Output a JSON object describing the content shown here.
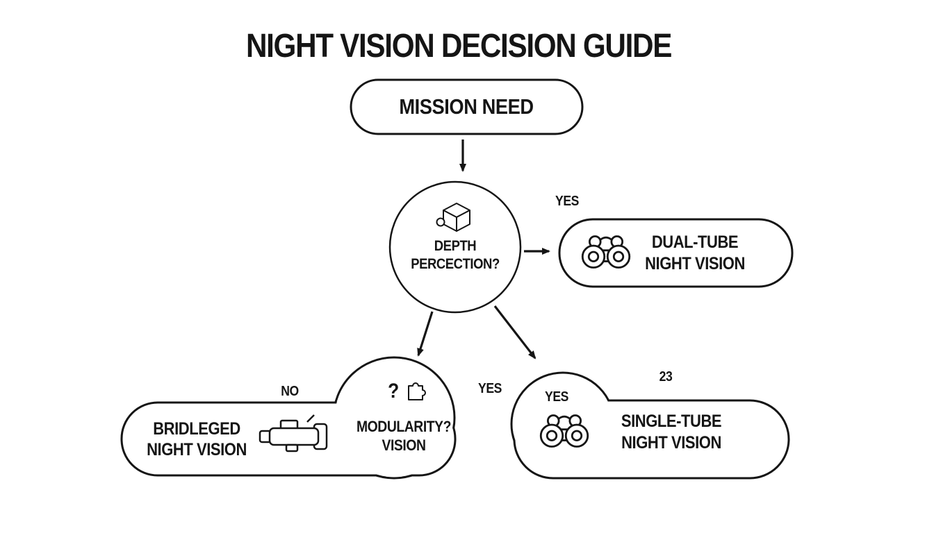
{
  "title": "NIGHT VISION DECISION GUIDE",
  "colors": {
    "ink": "#151515",
    "background": "#ffffff"
  },
  "mission": {
    "label": "MISSION NEED"
  },
  "depth": {
    "line1": "DEPTH",
    "line2": "PERCECTION?",
    "icon": "cube-icon"
  },
  "branch_labels": {
    "yes_right": "YES",
    "yes_down": "YES",
    "yes_inner": "YES",
    "no": "NO",
    "stray_number": "23"
  },
  "dual_tube": {
    "line1": "DUAL-TUBE",
    "line2": "NIGHT VISION",
    "icon": "binoculars-icon"
  },
  "bridged": {
    "line1": "BRIDLEGED",
    "line2": "NIGHT VISION",
    "icon": "monocular-icon"
  },
  "modularity": {
    "question_mark": "?",
    "line1": "MODULARITY?",
    "line2": "VISION",
    "icon": "puzzle-icon"
  },
  "single_tube": {
    "line1": "SINGLE-TUBE",
    "line2": "NIGHT VISION",
    "icon": "binoculars-icon"
  }
}
